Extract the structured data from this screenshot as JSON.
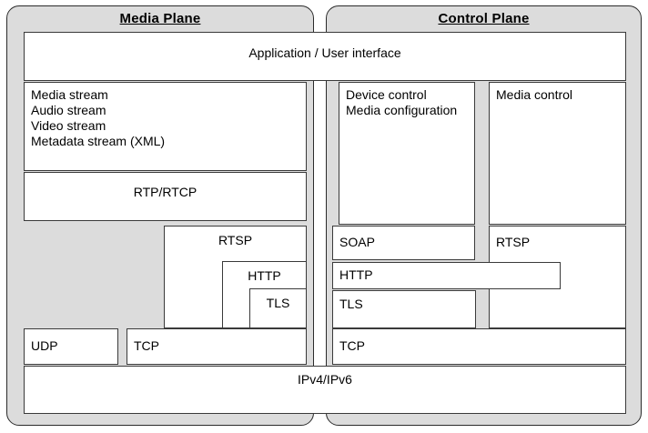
{
  "diagram": {
    "title_media": "Media Plane",
    "title_control": "Control Plane",
    "shell_fill": "#dcdcdc",
    "box_fill": "#ffffff",
    "stroke": "#3a3a3a"
  },
  "shared": {
    "application": "Application / User interface",
    "ip": "IPv4/IPv6"
  },
  "media_plane": {
    "media_stream": "Media stream\n   Audio stream\n   Video stream\nMetadata stream (XML)",
    "rtp_rtcp": "RTP/RTCP",
    "rtsp": "RTSP",
    "http": "HTTP",
    "tls": "TLS",
    "udp": "UDP",
    "tcp": "TCP"
  },
  "control_plane": {
    "device_control": "Device control\nMedia configuration",
    "media_control": "Media control",
    "soap": "SOAP",
    "rtsp": "RTSP",
    "http": "HTTP",
    "tls": "TLS",
    "tcp": "TCP"
  }
}
